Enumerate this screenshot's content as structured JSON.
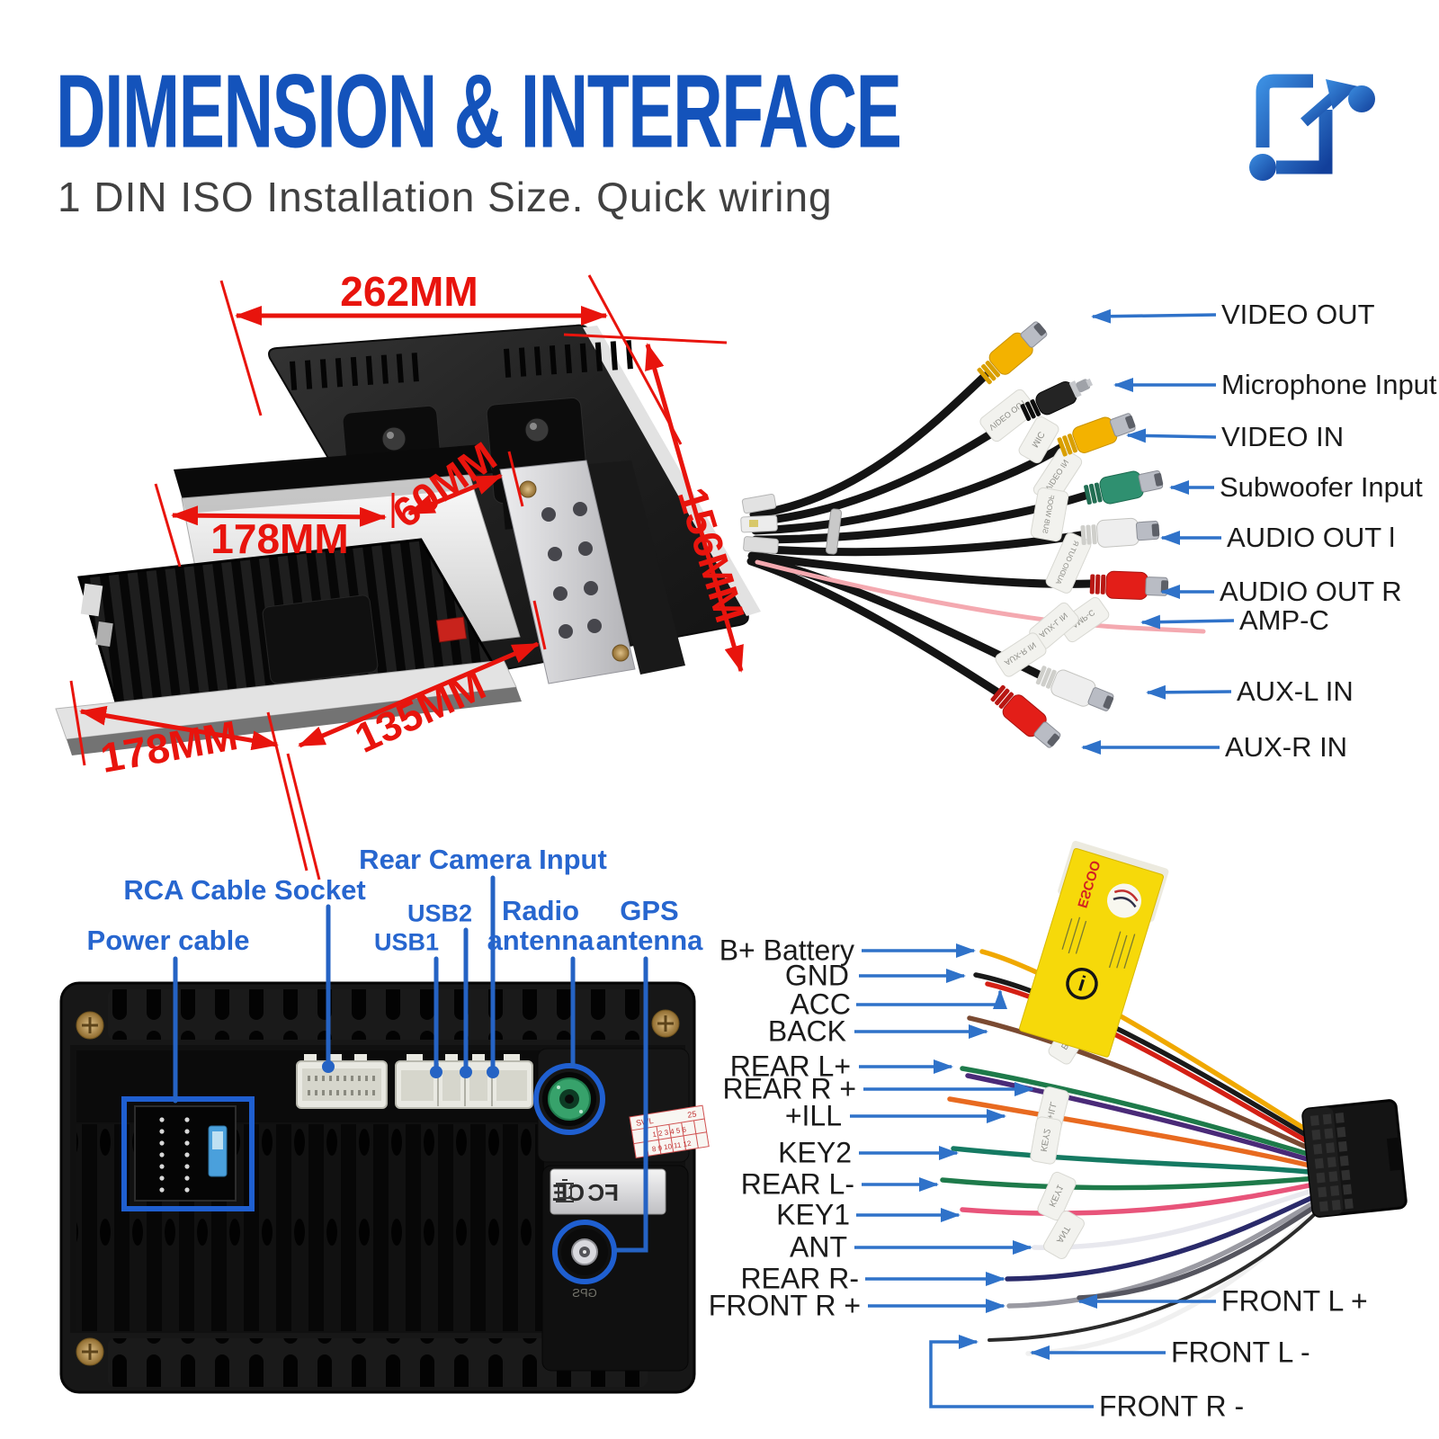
{
  "header": {
    "title": "DIMENSION & INTERFACE",
    "subtitle": "1 DIN ISO Installation Size. Quick wiring",
    "title_color": "#1453bb",
    "icon": "dimension-resize-icon"
  },
  "dimensions": {
    "unit_width_top": "262MM",
    "unit_height": "156MM",
    "sleeve_depth": "178MM",
    "mount_depth": "60MM",
    "chassis_depth": "135MM",
    "chassis_width": "178MM",
    "arrow_color": "#e8140d"
  },
  "rca_harness": {
    "text_color": "#1b1b1b",
    "leader_color": "#2f72c9",
    "items": [
      {
        "label": "VIDEO OUT",
        "connector_color": "#f3b200",
        "sleeve": "VIDEO OUT"
      },
      {
        "label": "Microphone Input",
        "connector_color": "#222222",
        "sleeve": "MIC"
      },
      {
        "label": "VIDEO IN",
        "connector_color": "#f3b200",
        "sleeve": "VIDEO IN"
      },
      {
        "label": "Subwoofer Input",
        "connector_color": "#2f9070",
        "sleeve": "SUB WOOF"
      },
      {
        "label": "AUDIO OUT l",
        "connector_color": "#eeeeee",
        "sleeve": ""
      },
      {
        "label": "AUDIO OUT R",
        "connector_color": "#e31e18",
        "sleeve": "AUDIO OUT R"
      },
      {
        "label": "AMP-C",
        "connector_color": "#f4a9b0",
        "sleeve": "AMP-C"
      },
      {
        "label": "AUX-L IN",
        "connector_color": "#eeeeee",
        "sleeve": "AUX-L IN"
      },
      {
        "label": "AUX-R IN",
        "connector_color": "#e31e18",
        "sleeve": "AUX-R IN"
      }
    ]
  },
  "rear_panel": {
    "label_color": "#2766cf",
    "labels": {
      "power": "Power cable",
      "rca": "RCA Cable Socket",
      "camera": "Rear Camera Input",
      "usb1": "USB1",
      "usb2": "USB2",
      "radio": "Radio antenna",
      "gps": "GPS antenna"
    },
    "gps_port_text": "GPS",
    "cert_fc": "FC",
    "cert_ce": "CE",
    "sticker": {
      "h1": "SWL",
      "h2": "25",
      "row1": "1 2 3 4 5 6",
      "row2": "8 9 10 11 12"
    }
  },
  "iso_harness": {
    "text_color": "#1b1b1b",
    "left_labels": [
      "B+ Battery",
      "GND",
      "ACC",
      "BACK",
      "REAR L+",
      "REAR R +",
      "+ILL",
      "KEY2",
      "REAR L-",
      "KEY1",
      "ANT",
      "REAR R-",
      "FRONT R +"
    ],
    "right_labels": [
      "FRONT L +",
      "FRONT L -",
      "FRONT R -"
    ],
    "sleeves": [
      "BACK",
      "+ILL",
      "KEY2",
      "KEY1",
      "ANT"
    ],
    "warning_label_brand": "ESCOO",
    "warning_info_symbol": "i",
    "wire_colors": [
      "#f0a800",
      "#1a1a1a",
      "#d42015",
      "#7a4a32",
      "#1e7a4a",
      "#4a2a78",
      "#e86a20",
      "#157a62",
      "#1e7a4a",
      "#e8547a",
      "#e8e8ee",
      "#2a2a6a",
      "#9a9aa2",
      "#55555f",
      "#f0f0f0",
      "#2b2b2b"
    ]
  }
}
